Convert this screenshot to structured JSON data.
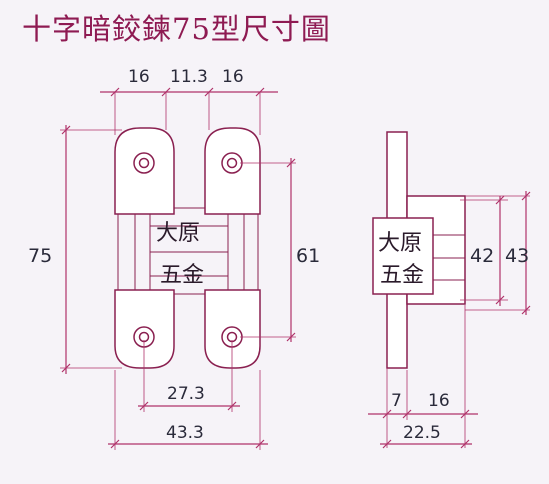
{
  "title": "十字暗鉸鍊75型尺寸圖",
  "watermark": {
    "front": [
      "大原",
      "五金"
    ],
    "side": [
      "大原",
      "五金"
    ]
  },
  "dimensions": {
    "top_left": "16",
    "top_mid": "11.3",
    "top_right": "16",
    "height_total": "75",
    "hole_spacing": "61",
    "hole_width": "27.3",
    "width_total": "43.3",
    "side_42": "42",
    "side_43": "43",
    "side_7": "7",
    "side_16": "16",
    "side_22_5": "22.5"
  },
  "colors": {
    "title": "#8e1a52",
    "line": "#8a2050",
    "dimension": "#b0326a",
    "background": "#f6f3f8"
  }
}
